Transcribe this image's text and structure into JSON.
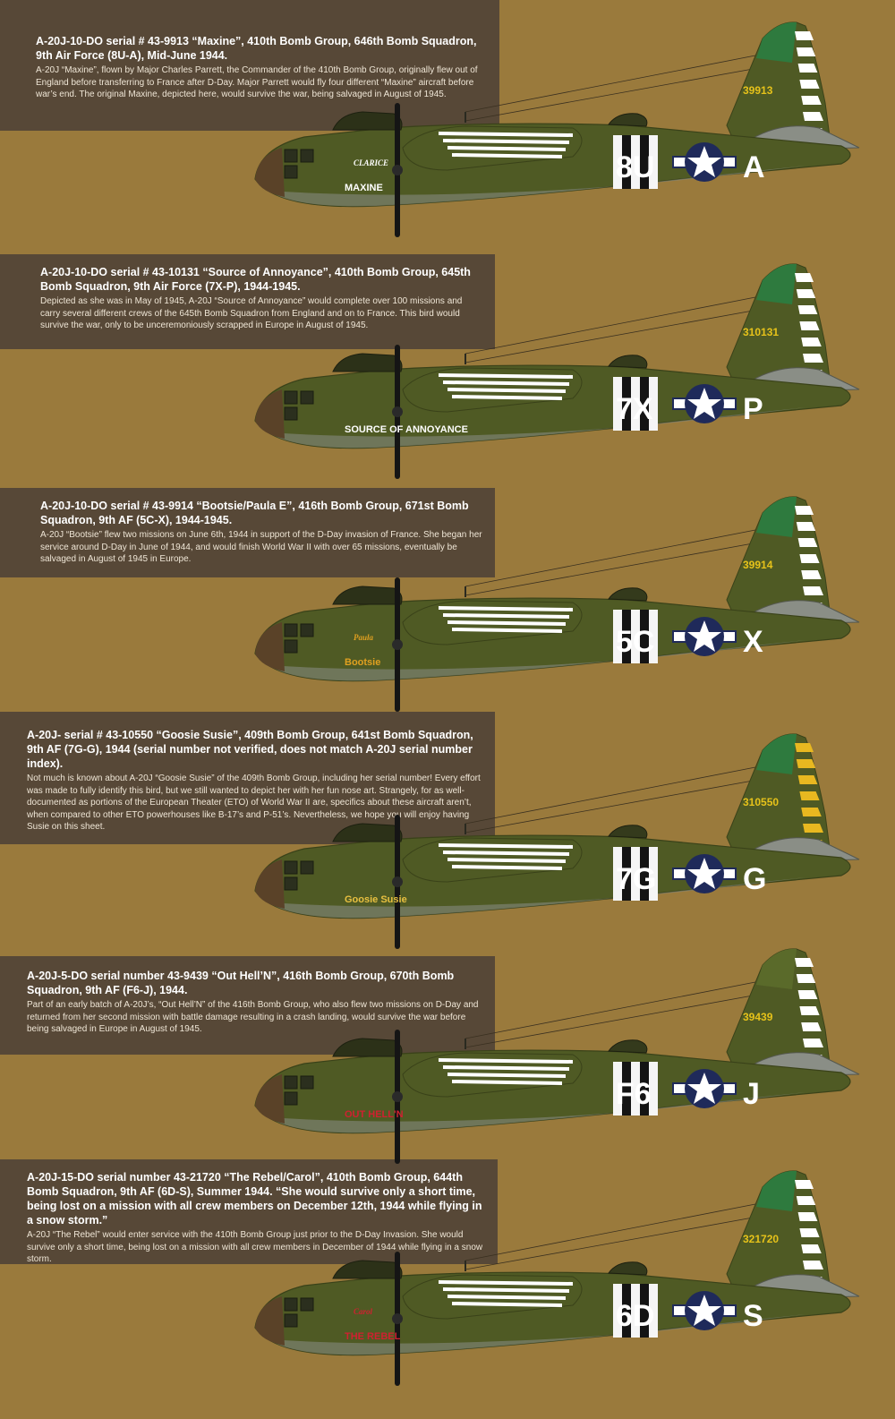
{
  "entries": [
    {
      "title": "A-20J-10-DO serial # 43-9913 “Maxine”, 410th Bomb Group, 646th Bomb Squadron, 9th Air Force (8U-A), Mid-June 1944.",
      "body": "A-20J “Maxine”, flown by Major Charles Parrett, the Commander of the 410th Bomb Group, originally flew out of England before transferring to France after D-Day. Major Parrett would fly four different “Maxine” aircraft before war’s end. The original Maxine, depicted here, would survive the war, being salvaged in August of 1945.",
      "tail_serial": "39913",
      "code_left": "8U",
      "code_right": "A",
      "nose_art": "MAXINE",
      "nose_art_2": "CLARICE",
      "nose_art_color": "#ffffff",
      "tail_colors": {
        "tip": "#2e7a3e",
        "stripe": "#ffffff"
      }
    },
    {
      "title": "A-20J-10-DO serial # 43-10131 “Source of Annoyance”, 410th Bomb Group, 645th Bomb Squadron, 9th Air Force (7X-P), 1944-1945.",
      "body": "Depicted as she was in May of 1945, A-20J “Source of Annoyance” would complete over 100 missions and carry several different crews of the 645th Bomb Squadron from England and on to France. This bird would survive the war, only to be unceremoniously scrapped in Europe in August of 1945.",
      "tail_serial": "310131",
      "code_left": "7X",
      "code_right": "P",
      "nose_art": "SOURCE OF ANNOYANCE",
      "nose_art_2": "",
      "nose_art_color": "#ffffff",
      "tail_colors": {
        "tip": "#2e7a3e",
        "stripe": "#ffffff"
      }
    },
    {
      "title": "A-20J-10-DO serial # 43-9914 “Bootsie/Paula E”, 416th Bomb Group, 671st Bomb Squadron, 9th AF (5C-X), 1944-1945.",
      "body": "A-20J “Bootsie” flew two missions on June 6th, 1944 in support of the D-Day invasion of France. She began her service around D-Day in June of 1944, and would finish World War II with over 65 missions, eventually be salvaged in August of 1945 in Europe.",
      "tail_serial": "39914",
      "code_left": "5C",
      "code_right": "X",
      "nose_art": "Bootsie",
      "nose_art_2": "Paula",
      "nose_art_color": "#e0a020",
      "tail_colors": {
        "tip": "#2e7a3e",
        "stripe": "#ffffff"
      }
    },
    {
      "title": "A-20J- serial # 43-10550 “Goosie Susie”, 409th Bomb Group, 641st Bomb Squadron, 9th AF (7G-G), 1944 (serial number not verified, does not match A-20J serial number index).",
      "body": "Not much is known about A-20J “Goosie Susie” of the 409th Bomb Group, including her serial number! Every effort was made to fully identify this bird, but we still wanted to depict her with her fun nose art. Strangely, for as well-documented as portions of the European Theater (ETO) of World War II are, specifics about these aircraft aren’t, when compared to other ETO powerhouses like B-17’s and P-51’s. Nevertheless, we hope you will enjoy having Susie on this sheet.",
      "tail_serial": "310550",
      "code_left": "7G",
      "code_right": "G",
      "nose_art": "Goosie Susie",
      "nose_art_2": "",
      "nose_art_color": "#e8c040",
      "tail_colors": {
        "tip": "#2e7a3e",
        "stripe": "#e8b820"
      }
    },
    {
      "title": "A-20J-5-DO serial number 43-9439 “Out Hell’N”, 416th Bomb Group, 670th Bomb Squadron, 9th AF (F6-J), 1944.",
      "body": "Part of an early batch of A-20J’s, “Out Hell’N” of the 416th Bomb Group, who also flew two missions on D-Day and returned from her second mission with battle damage resulting in a crash landing, would survive the war before being salvaged in Europe in August of 1945.",
      "tail_serial": "39439",
      "code_left": "F6",
      "code_right": "J",
      "nose_art": "OUT HELL'N",
      "nose_art_2": "",
      "nose_art_color": "#d02030",
      "tail_colors": {
        "tip": "#5a6a2a",
        "stripe": "#ffffff"
      }
    },
    {
      "title": "A-20J-15-DO serial number 43-21720 “The Rebel/Carol”, 410th Bomb Group, 644th Bomb Squadron, 9th AF (6D-S), Summer 1944. “She would survive only a short time, being lost on a mission with all crew members on December 12th, 1944 while flying in a snow storm.”",
      "body": "A-20J “The Rebel” would enter service with the 410th Bomb Group just prior to the D-Day Invasion. She would survive only a short time, being lost on a mission with all crew members in December of 1944 while flying in a snow storm.",
      "tail_serial": "321720",
      "code_left": "6D",
      "code_right": "S",
      "nose_art": "THE REBEL",
      "nose_art_2": "Carol",
      "nose_art_color": "#d02030",
      "tail_colors": {
        "tip": "#2e7a3e",
        "stripe": "#ffffff"
      }
    }
  ],
  "colors": {
    "background": "#9a7a3c",
    "caption_bg": "#574837",
    "olive_drab": "#4f5a24",
    "olive_dark": "#3a4219",
    "neutral_grey": "#8a8e86",
    "insignia_blue": "#1f2a5a",
    "serial_yellow": "#e6c21a",
    "nose_brown": "#5a4228"
  }
}
